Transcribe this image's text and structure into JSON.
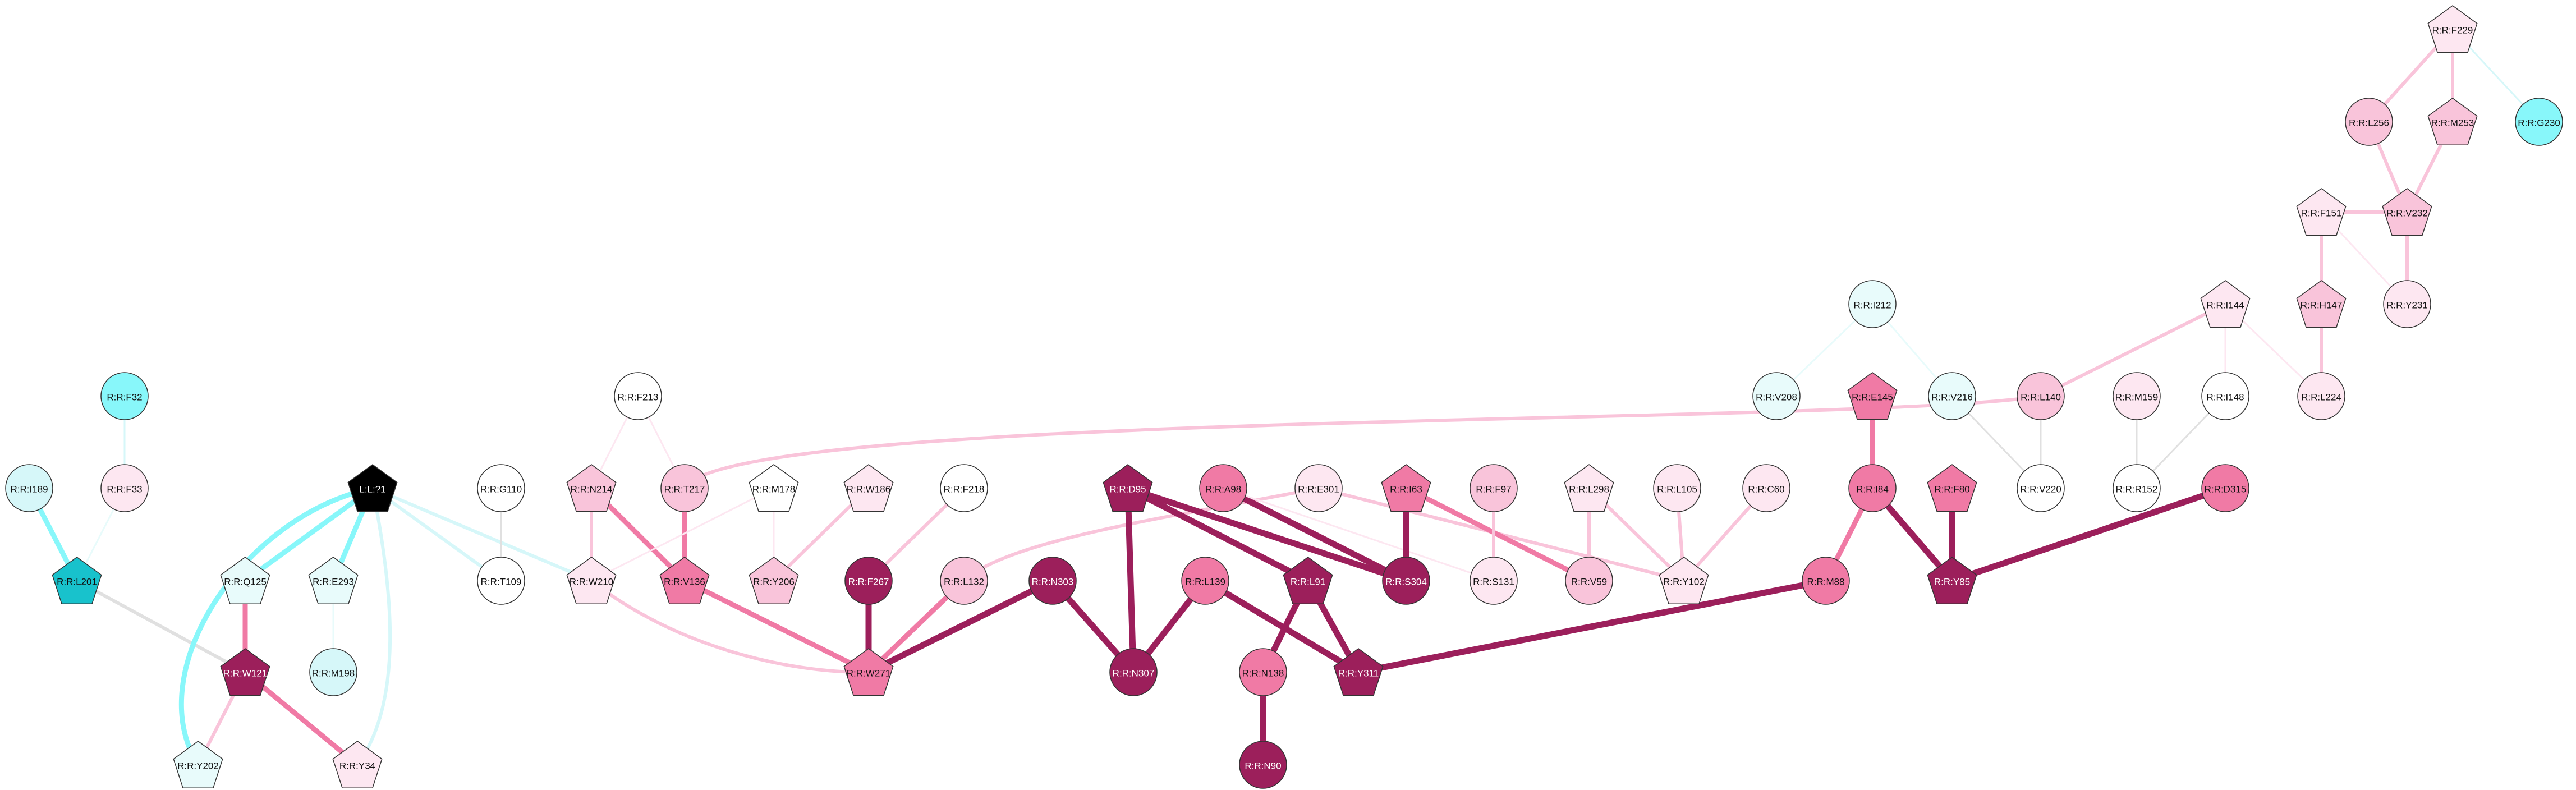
{
  "colors": {
    "c0": "#ffffff",
    "c1": "#fde7f1",
    "c2": "#f9c4da",
    "c3": "#f07aa5",
    "c4": "#9c1f5b",
    "k": "#000000",
    "t1": "#e8fbfb",
    "t2": "#d6f7f9",
    "t3": "#88f7fa",
    "t4": "#18c2cc",
    "edge_gray": "#e0e0e0"
  },
  "nodes": [
    {
      "id": "F229",
      "label": "R:R:F229",
      "shape": "pentagon",
      "fill": "c1"
    },
    {
      "id": "L256",
      "label": "R:R:L256",
      "shape": "circle",
      "fill": "c2"
    },
    {
      "id": "M253",
      "label": "R:R:M253",
      "shape": "pentagon",
      "fill": "c2"
    },
    {
      "id": "G230",
      "label": "R:R:G230",
      "shape": "circle",
      "fill": "t3"
    },
    {
      "id": "F151",
      "label": "R:R:F151",
      "shape": "pentagon",
      "fill": "c1"
    },
    {
      "id": "V232",
      "label": "R:R:V232",
      "shape": "pentagon",
      "fill": "c2"
    },
    {
      "id": "Y231",
      "label": "R:R:Y231",
      "shape": "circle",
      "fill": "c1"
    },
    {
      "id": "I144",
      "label": "R:R:I144",
      "shape": "pentagon",
      "fill": "c1"
    },
    {
      "id": "H147",
      "label": "R:R:H147",
      "shape": "pentagon",
      "fill": "c2"
    },
    {
      "id": "I212",
      "label": "R:R:I212",
      "shape": "circle",
      "fill": "t1"
    },
    {
      "id": "V208",
      "label": "R:R:V208",
      "shape": "circle",
      "fill": "t1"
    },
    {
      "id": "E145",
      "label": "R:R:E145",
      "shape": "pentagon",
      "fill": "c3"
    },
    {
      "id": "V216",
      "label": "R:R:V216",
      "shape": "circle",
      "fill": "t1"
    },
    {
      "id": "L140",
      "label": "R:R:L140",
      "shape": "circle",
      "fill": "c2"
    },
    {
      "id": "M159",
      "label": "R:R:M159",
      "shape": "circle",
      "fill": "c1"
    },
    {
      "id": "I148",
      "label": "R:R:I148",
      "shape": "circle",
      "fill": "c0"
    },
    {
      "id": "L224",
      "label": "R:R:L224",
      "shape": "circle",
      "fill": "c1"
    },
    {
      "id": "I84",
      "label": "R:R:I84",
      "shape": "circle",
      "fill": "c3"
    },
    {
      "id": "F80",
      "label": "R:R:F80",
      "shape": "pentagon",
      "fill": "c3"
    },
    {
      "id": "V220",
      "label": "R:R:V220",
      "shape": "circle",
      "fill": "c0"
    },
    {
      "id": "R152",
      "label": "R:R:R152",
      "shape": "circle",
      "fill": "c0"
    },
    {
      "id": "D315",
      "label": "R:R:D315",
      "shape": "circle",
      "fill": "c3"
    },
    {
      "id": "M88",
      "label": "R:R:M88",
      "shape": "circle",
      "fill": "c3"
    },
    {
      "id": "Y85",
      "label": "R:R:Y85",
      "shape": "pentagon",
      "fill": "c4"
    },
    {
      "id": "F32",
      "label": "R:R:F32",
      "shape": "circle",
      "fill": "t3"
    },
    {
      "id": "I189",
      "label": "R:R:I189",
      "shape": "circle",
      "fill": "t2"
    },
    {
      "id": "F33",
      "label": "R:R:F33",
      "shape": "circle",
      "fill": "c1"
    },
    {
      "id": "L201",
      "label": "R:R:L201",
      "shape": "pentagon",
      "fill": "t4"
    },
    {
      "id": "L71",
      "label": "L:L:?1",
      "shape": "pentagon",
      "fill": "k"
    },
    {
      "id": "Q125",
      "label": "R:R:Q125",
      "shape": "pentagon",
      "fill": "t1"
    },
    {
      "id": "E293",
      "label": "R:R:E293",
      "shape": "pentagon",
      "fill": "t1"
    },
    {
      "id": "M198",
      "label": "R:R:M198",
      "shape": "circle",
      "fill": "t2"
    },
    {
      "id": "W121",
      "label": "R:R:W121",
      "shape": "pentagon",
      "fill": "c4"
    },
    {
      "id": "Y202",
      "label": "R:R:Y202",
      "shape": "pentagon",
      "fill": "t1"
    },
    {
      "id": "Y34",
      "label": "R:R:Y34",
      "shape": "pentagon",
      "fill": "c1"
    },
    {
      "id": "F213",
      "label": "R:R:F213",
      "shape": "circle",
      "fill": "c0"
    },
    {
      "id": "G110",
      "label": "R:R:G110",
      "shape": "circle",
      "fill": "c0"
    },
    {
      "id": "T109",
      "label": "R:R:T109",
      "shape": "circle",
      "fill": "c0"
    },
    {
      "id": "N214",
      "label": "R:R:N214",
      "shape": "pentagon",
      "fill": "c2"
    },
    {
      "id": "T217",
      "label": "R:R:T217",
      "shape": "circle",
      "fill": "c2"
    },
    {
      "id": "M178",
      "label": "R:R:M178",
      "shape": "pentagon",
      "fill": "c0"
    },
    {
      "id": "W186",
      "label": "R:R:W186",
      "shape": "pentagon",
      "fill": "c1"
    },
    {
      "id": "F218",
      "label": "R:R:F218",
      "shape": "circle",
      "fill": "c0"
    },
    {
      "id": "W210",
      "label": "R:R:W210",
      "shape": "pentagon",
      "fill": "c1"
    },
    {
      "id": "V136",
      "label": "R:R:V136",
      "shape": "pentagon",
      "fill": "c3"
    },
    {
      "id": "Y206",
      "label": "R:R:Y206",
      "shape": "pentagon",
      "fill": "c2"
    },
    {
      "id": "F267",
      "label": "R:R:F267",
      "shape": "circle",
      "fill": "c4"
    },
    {
      "id": "L132",
      "label": "R:R:L132",
      "shape": "circle",
      "fill": "c2"
    },
    {
      "id": "W271",
      "label": "R:R:W271",
      "shape": "pentagon",
      "fill": "c3"
    },
    {
      "id": "D95",
      "label": "R:R:D95",
      "shape": "pentagon",
      "fill": "c4"
    },
    {
      "id": "A98",
      "label": "R:R:A98",
      "shape": "circle",
      "fill": "c3"
    },
    {
      "id": "E301",
      "label": "R:R:E301",
      "shape": "circle",
      "fill": "c1"
    },
    {
      "id": "I63",
      "label": "R:R:I63",
      "shape": "pentagon",
      "fill": "c3"
    },
    {
      "id": "F97",
      "label": "R:R:F97",
      "shape": "circle",
      "fill": "c2"
    },
    {
      "id": "L298",
      "label": "R:R:L298",
      "shape": "pentagon",
      "fill": "c1"
    },
    {
      "id": "L105",
      "label": "R:R:L105",
      "shape": "circle",
      "fill": "c1"
    },
    {
      "id": "C60",
      "label": "R:R:C60",
      "shape": "circle",
      "fill": "c1"
    },
    {
      "id": "N303",
      "label": "R:R:N303",
      "shape": "circle",
      "fill": "c4"
    },
    {
      "id": "L139",
      "label": "R:R:L139",
      "shape": "circle",
      "fill": "c3"
    },
    {
      "id": "L91",
      "label": "R:R:L91",
      "shape": "pentagon",
      "fill": "c4"
    },
    {
      "id": "S304",
      "label": "R:R:S304",
      "shape": "circle",
      "fill": "c4"
    },
    {
      "id": "S131",
      "label": "R:R:S131",
      "shape": "circle",
      "fill": "c1"
    },
    {
      "id": "V59",
      "label": "R:R:V59",
      "shape": "circle",
      "fill": "c2"
    },
    {
      "id": "Y102",
      "label": "R:R:Y102",
      "shape": "pentagon",
      "fill": "c1"
    },
    {
      "id": "N307",
      "label": "R:R:N307",
      "shape": "circle",
      "fill": "c4"
    },
    {
      "id": "N138",
      "label": "R:R:N138",
      "shape": "circle",
      "fill": "c3"
    },
    {
      "id": "Y311",
      "label": "R:R:Y311",
      "shape": "pentagon",
      "fill": "c4"
    },
    {
      "id": "N90",
      "label": "R:R:N90",
      "shape": "circle",
      "fill": "c4"
    }
  ],
  "edges": [
    {
      "from": "F229",
      "to": "L256",
      "color": "#f9c4da",
      "weight": 2
    },
    {
      "from": "F229",
      "to": "M253",
      "color": "#f9c4da",
      "weight": 2
    },
    {
      "from": "F229",
      "to": "G230",
      "color": "#d6f7f9",
      "weight": 1
    },
    {
      "from": "L256",
      "to": "V232",
      "color": "#f9c4da",
      "weight": 2
    },
    {
      "from": "M253",
      "to": "V232",
      "color": "#f9c4da",
      "weight": 2
    },
    {
      "from": "F151",
      "to": "V232",
      "color": "#f9c4da",
      "weight": 2
    },
    {
      "from": "V232",
      "to": "Y231",
      "color": "#f9c4da",
      "weight": 2
    },
    {
      "from": "F151",
      "to": "H147",
      "color": "#f9c4da",
      "weight": 2
    },
    {
      "from": "F151",
      "to": "Y231",
      "color": "#fde7f1",
      "weight": 1
    },
    {
      "from": "H147",
      "to": "L224",
      "color": "#f9c4da",
      "weight": 2
    },
    {
      "from": "I144",
      "to": "L140",
      "color": "#f9c4da",
      "weight": 2
    },
    {
      "from": "I144",
      "to": "I148",
      "color": "#fde7f1",
      "weight": 1
    },
    {
      "from": "I144",
      "to": "L224",
      "color": "#fde7f1",
      "weight": 1
    },
    {
      "from": "I212",
      "to": "V208",
      "color": "#e8fbfb",
      "weight": 1
    },
    {
      "from": "I212",
      "to": "V216",
      "color": "#e8fbfb",
      "weight": 1
    },
    {
      "from": "V216",
      "to": "V220",
      "color": "#e0e0e0",
      "weight": 1
    },
    {
      "from": "L140",
      "to": "V220",
      "color": "#e0e0e0",
      "weight": 1
    },
    {
      "from": "L140",
      "to": "T217",
      "color": "#f9c4da",
      "weight": 2
    },
    {
      "from": "M159",
      "to": "R152",
      "color": "#e0e0e0",
      "weight": 1
    },
    {
      "from": "I148",
      "to": "R152",
      "color": "#e0e0e0",
      "weight": 1
    },
    {
      "from": "E145",
      "to": "I84",
      "color": "#f07aa5",
      "weight": 3
    },
    {
      "from": "I84",
      "to": "M88",
      "color": "#f07aa5",
      "weight": 3
    },
    {
      "from": "I84",
      "to": "Y85",
      "color": "#9c1f5b",
      "weight": 4
    },
    {
      "from": "F80",
      "to": "Y85",
      "color": "#9c1f5b",
      "weight": 4
    },
    {
      "from": "D315",
      "to": "Y85",
      "color": "#9c1f5b",
      "weight": 4
    },
    {
      "from": "M88",
      "to": "Y311",
      "color": "#9c1f5b",
      "weight": 4
    },
    {
      "from": "F32",
      "to": "F33",
      "color": "#d6f7f9",
      "weight": 1
    },
    {
      "from": "I189",
      "to": "L201",
      "color": "#88f7fa",
      "weight": 3
    },
    {
      "from": "F33",
      "to": "L201",
      "color": "#e8fbfb",
      "weight": 1
    },
    {
      "from": "L201",
      "to": "W121",
      "color": "#e0e0e0",
      "weight": 2
    },
    {
      "from": "L71",
      "to": "Q125",
      "color": "#88f7fa",
      "weight": 3
    },
    {
      "from": "L71",
      "to": "E293",
      "color": "#88f7fa",
      "weight": 3
    },
    {
      "from": "L71",
      "to": "Y202",
      "color": "#88f7fa",
      "weight": 3
    },
    {
      "from": "L71",
      "to": "Y34",
      "color": "#d6f7f9",
      "weight": 2
    },
    {
      "from": "L71",
      "to": "T109",
      "color": "#d6f7f9",
      "weight": 2
    },
    {
      "from": "L71",
      "to": "W210",
      "color": "#d6f7f9",
      "weight": 2
    },
    {
      "from": "E293",
      "to": "M198",
      "color": "#e8fbfb",
      "weight": 1
    },
    {
      "from": "Q125",
      "to": "W121",
      "color": "#f07aa5",
      "weight": 3
    },
    {
      "from": "W121",
      "to": "Y202",
      "color": "#f9c4da",
      "weight": 2
    },
    {
      "from": "W121",
      "to": "Y34",
      "color": "#f07aa5",
      "weight": 3
    },
    {
      "from": "G110",
      "to": "T109",
      "color": "#e0e0e0",
      "weight": 1
    },
    {
      "from": "F213",
      "to": "N214",
      "color": "#fde7f1",
      "weight": 1
    },
    {
      "from": "F213",
      "to": "T217",
      "color": "#fde7f1",
      "weight": 1
    },
    {
      "from": "N214",
      "to": "W210",
      "color": "#f9c4da",
      "weight": 2
    },
    {
      "from": "N214",
      "to": "V136",
      "color": "#f07aa5",
      "weight": 3
    },
    {
      "from": "T217",
      "to": "V136",
      "color": "#f07aa5",
      "weight": 3
    },
    {
      "from": "M178",
      "to": "W210",
      "color": "#fde7f1",
      "weight": 1
    },
    {
      "from": "M178",
      "to": "Y206",
      "color": "#fde7f1",
      "weight": 1
    },
    {
      "from": "W186",
      "to": "Y206",
      "color": "#f9c4da",
      "weight": 2
    },
    {
      "from": "F218",
      "to": "F267",
      "color": "#f9c4da",
      "weight": 2
    },
    {
      "from": "W210",
      "to": "W271",
      "color": "#f9c4da",
      "weight": 2
    },
    {
      "from": "V136",
      "to": "W271",
      "color": "#f07aa5",
      "weight": 3
    },
    {
      "from": "F267",
      "to": "W271",
      "color": "#9c1f5b",
      "weight": 4
    },
    {
      "from": "L132",
      "to": "W271",
      "color": "#f07aa5",
      "weight": 3
    },
    {
      "from": "N303",
      "to": "W271",
      "color": "#9c1f5b",
      "weight": 4
    },
    {
      "from": "E301",
      "to": "L132",
      "color": "#f9c4da",
      "weight": 2
    },
    {
      "from": "N303",
      "to": "N307",
      "color": "#9c1f5b",
      "weight": 4
    },
    {
      "from": "D95",
      "to": "N307",
      "color": "#9c1f5b",
      "weight": 4
    },
    {
      "from": "D95",
      "to": "L91",
      "color": "#9c1f5b",
      "weight": 4
    },
    {
      "from": "D95",
      "to": "S304",
      "color": "#9c1f5b",
      "weight": 4
    },
    {
      "from": "A98",
      "to": "S304",
      "color": "#9c1f5b",
      "weight": 4
    },
    {
      "from": "A98",
      "to": "S131",
      "color": "#fde7f1",
      "weight": 1
    },
    {
      "from": "E301",
      "to": "Y102",
      "color": "#f9c4da",
      "weight": 2
    },
    {
      "from": "I63",
      "to": "S304",
      "color": "#9c1f5b",
      "weight": 4
    },
    {
      "from": "I63",
      "to": "V59",
      "color": "#f07aa5",
      "weight": 3
    },
    {
      "from": "F97",
      "to": "S131",
      "color": "#f9c4da",
      "weight": 2
    },
    {
      "from": "L298",
      "to": "V59",
      "color": "#f9c4da",
      "weight": 2
    },
    {
      "from": "L298",
      "to": "Y102",
      "color": "#f9c4da",
      "weight": 2
    },
    {
      "from": "L105",
      "to": "Y102",
      "color": "#f9c4da",
      "weight": 2
    },
    {
      "from": "C60",
      "to": "Y102",
      "color": "#f9c4da",
      "weight": 2
    },
    {
      "from": "L139",
      "to": "N307",
      "color": "#9c1f5b",
      "weight": 4
    },
    {
      "from": "L139",
      "to": "Y311",
      "color": "#9c1f5b",
      "weight": 4
    },
    {
      "from": "L91",
      "to": "N138",
      "color": "#9c1f5b",
      "weight": 4
    },
    {
      "from": "L91",
      "to": "Y311",
      "color": "#9c1f5b",
      "weight": 4
    },
    {
      "from": "N138",
      "to": "N90",
      "color": "#9c1f5b",
      "weight": 4
    }
  ]
}
